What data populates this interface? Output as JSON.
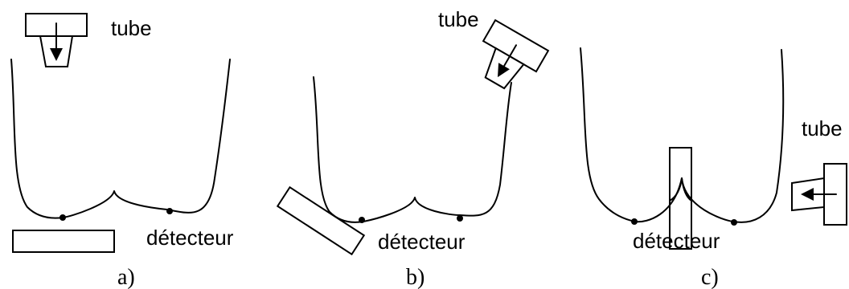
{
  "panels": [
    {
      "id": "a",
      "tube_label": "tube",
      "detector_label": "détecteur",
      "caption": "a)"
    },
    {
      "id": "b",
      "tube_label": "tube",
      "detector_label": "détecteur",
      "caption": "b)"
    },
    {
      "id": "c",
      "tube_label": "tube",
      "detector_label": "détecteur",
      "caption": "c)"
    }
  ]
}
